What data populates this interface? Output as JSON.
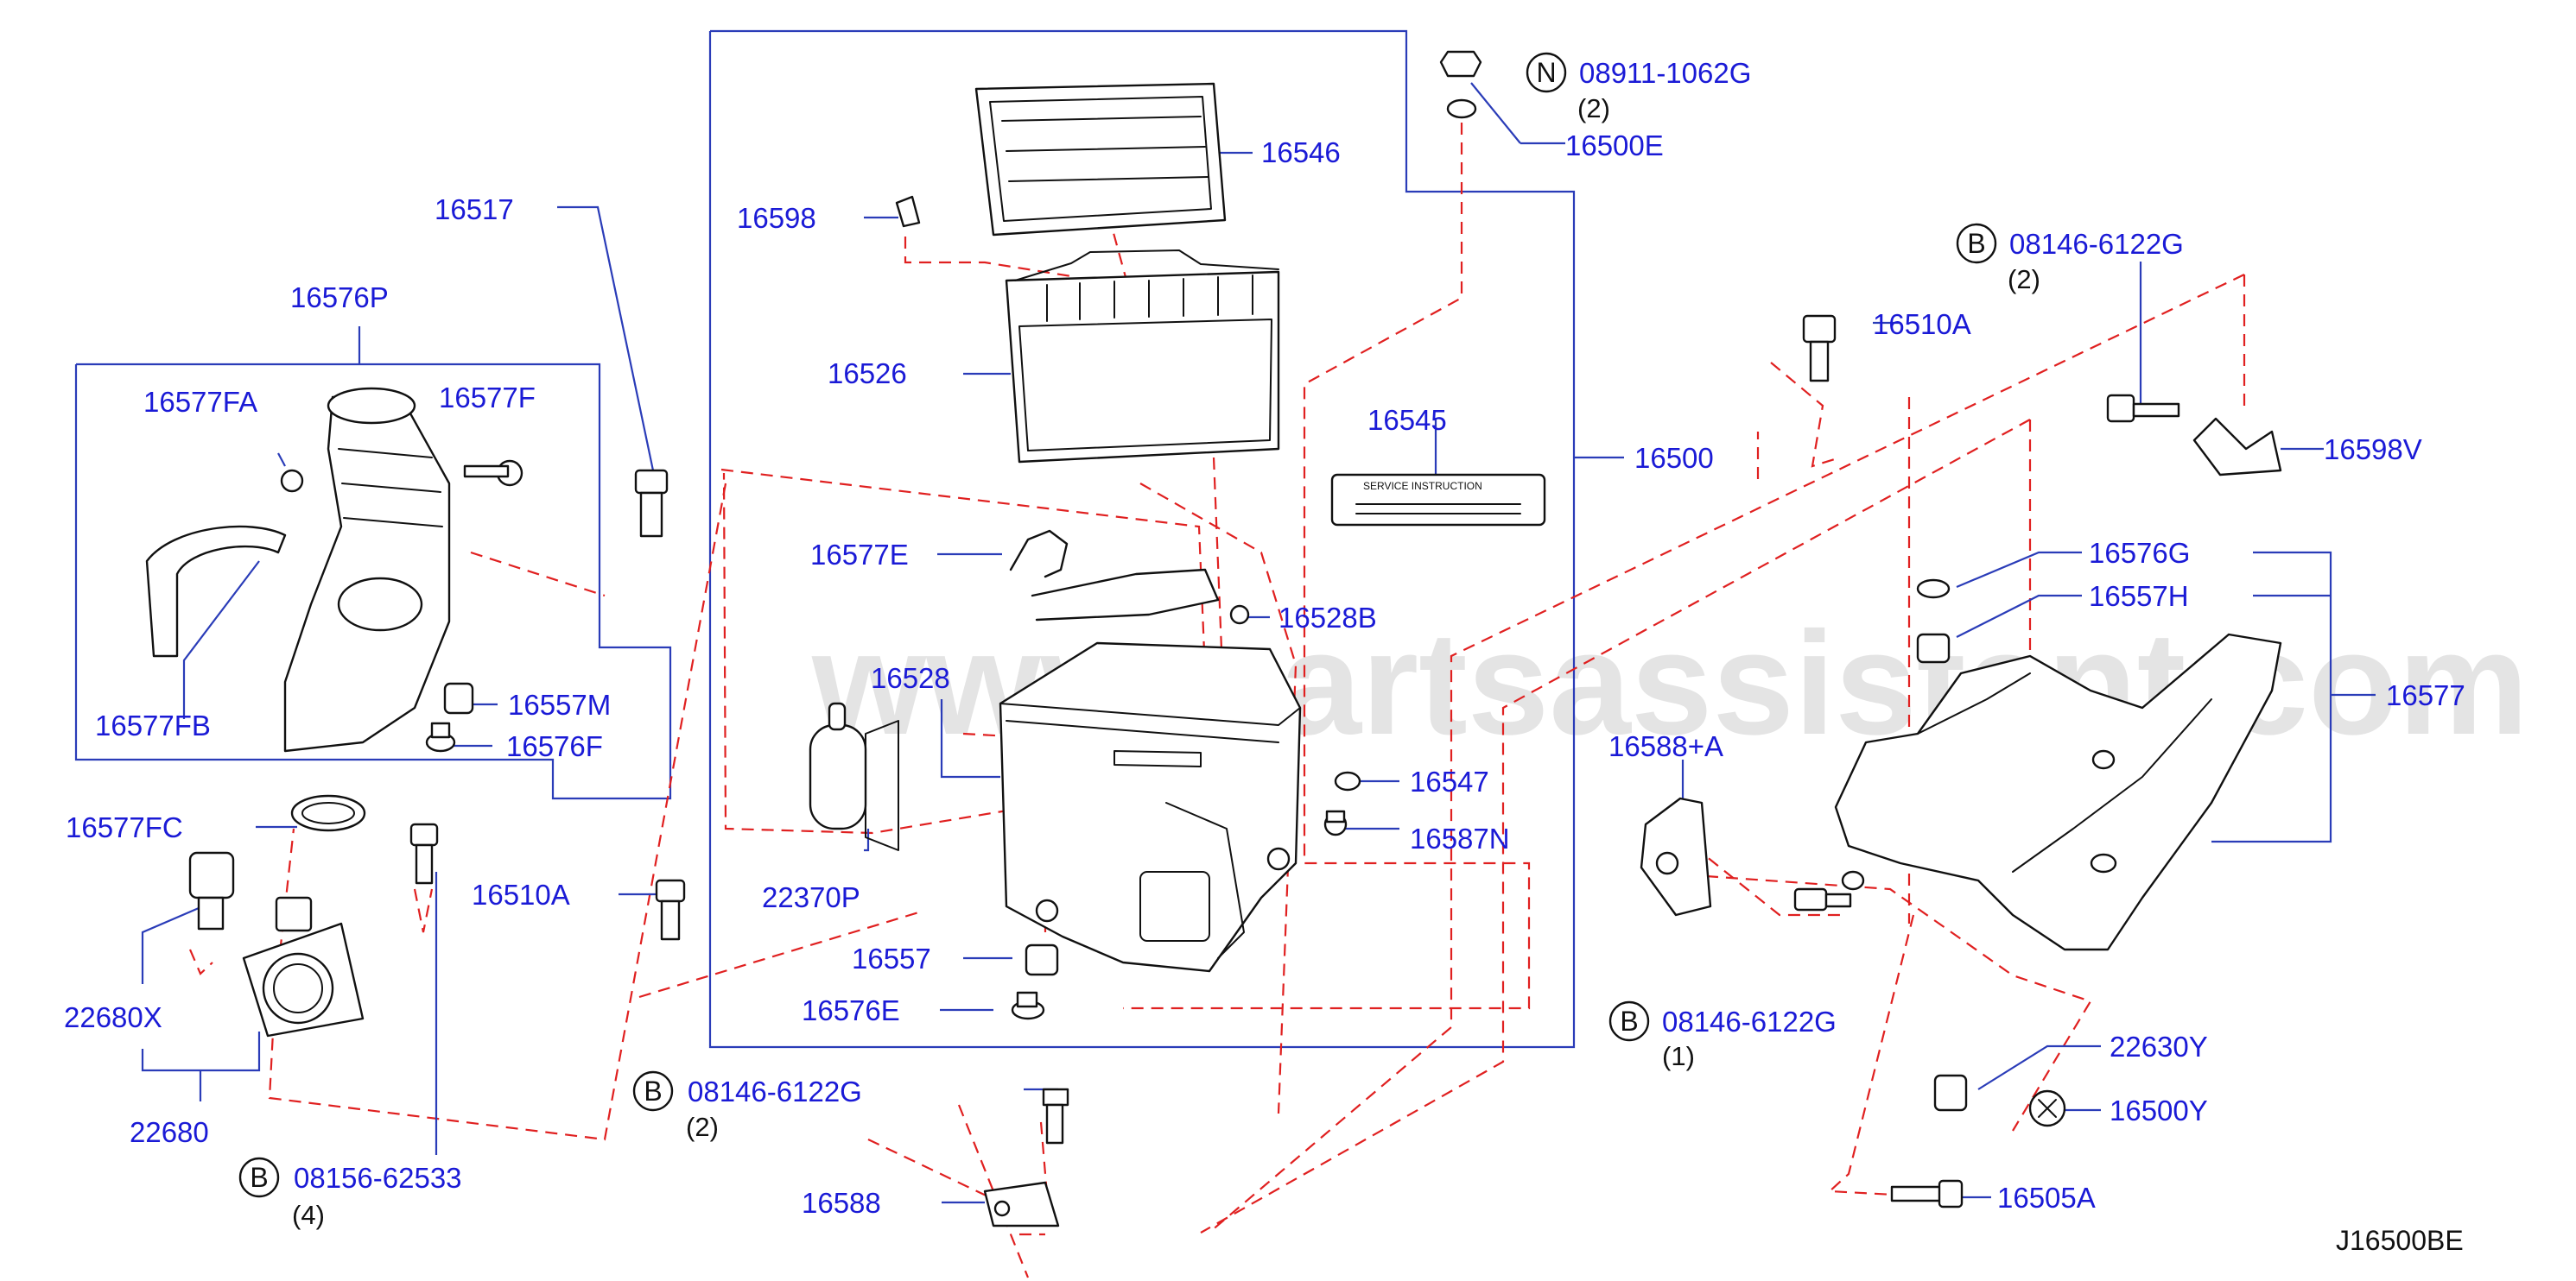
{
  "watermark": "www.partsassistant.com",
  "diagram_ref": "J16500BE",
  "parts": {
    "p16546": "16546",
    "p16598": "16598",
    "p16526": "16526",
    "p16545": "16545",
    "p16500": "16500",
    "p16577E": "16577E",
    "p16528B": "16528B",
    "p16528": "16528",
    "p16547": "16547",
    "p16587N": "16587N",
    "p22370P": "22370P",
    "p16557": "16557",
    "p16576E": "16576E",
    "p16588": "16588",
    "p16517": "16517",
    "p16576P": "16576P",
    "p16577FA": "16577FA",
    "p16577F": "16577F",
    "p16577FB": "16577FB",
    "p16557M": "16557M",
    "p16576F": "16576F",
    "p16577FC": "16577FC",
    "p16510A_left": "16510A",
    "p22680X": "22680X",
    "p22680": "22680",
    "p16500E": "16500E",
    "p16510A_right": "16510A",
    "p16598V": "16598V",
    "p16576G": "16576G",
    "p16557H": "16557H",
    "p16577": "16577",
    "p16588A": "16588+A",
    "p22630Y": "22630Y",
    "p16500Y": "16500Y",
    "p16505A": "16505A"
  },
  "callouts": {
    "nut_top": {
      "letter": "N",
      "part": "08911-1062G",
      "qty": "(2)"
    },
    "bolt_right_top": {
      "letter": "B",
      "part": "08146-6122G",
      "qty": "(2)"
    },
    "bolt_right_mid": {
      "letter": "B",
      "part": "08146-6122G",
      "qty": "(1)"
    },
    "bolt_center_bottom": {
      "letter": "B",
      "part": "08146-6122G",
      "qty": "(2)"
    },
    "bolt_left_bottom": {
      "letter": "B",
      "part": "08156-62533",
      "qty": "(4)"
    }
  },
  "label_plate": {
    "text": "SERVICE    INSTRUCTION"
  }
}
